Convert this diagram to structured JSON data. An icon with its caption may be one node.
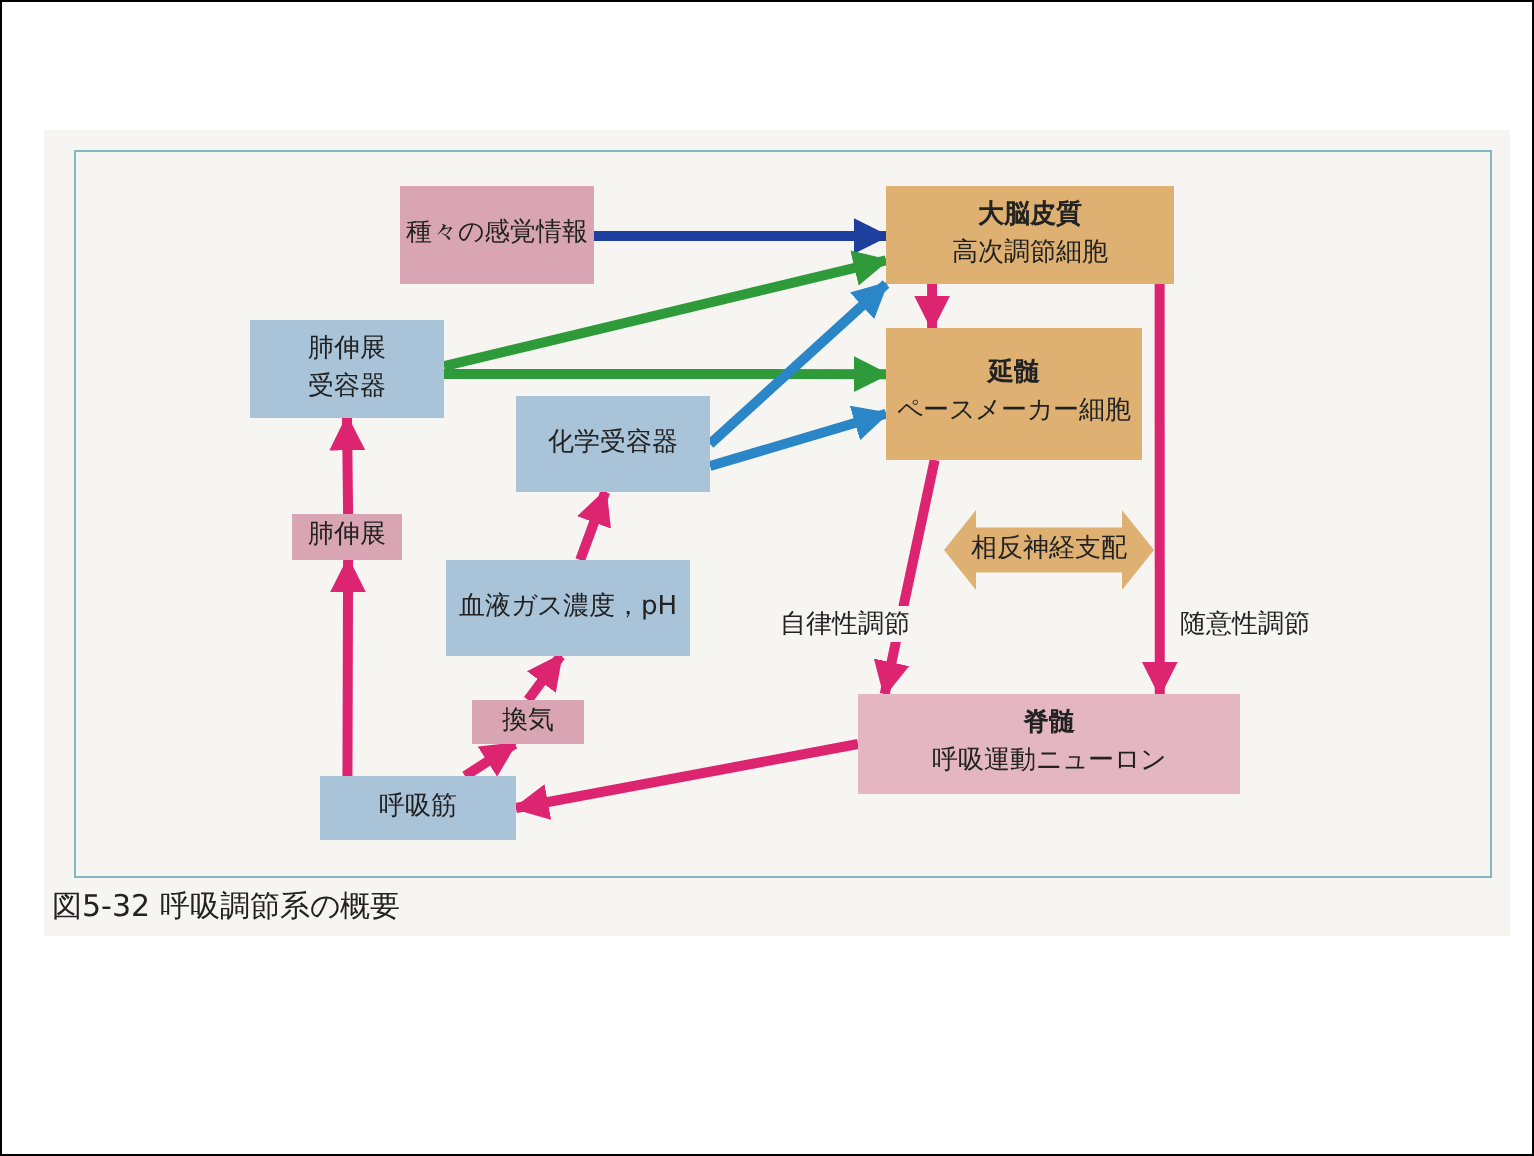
{
  "diagram": {
    "caption": "図5-32 呼吸調節系の概要",
    "nodes": [
      {
        "text": [
          "種々の感覚情報"
        ]
      },
      {
        "text": [
          "大脳皮質",
          "高次調節細胞"
        ]
      },
      {
        "text": [
          "肺伸展受容器"
        ]
      },
      {
        "text": [
          "延髄",
          "ペースメーカー細胞"
        ]
      },
      {
        "text": [
          "化学受容器"
        ]
      },
      {
        "text": [
          "相反神経支配"
        ]
      },
      {
        "text": [
          "肺伸展"
        ]
      },
      {
        "text": [
          "血液ガス濃度，pH"
        ]
      },
      {
        "text": [
          "換気"
        ]
      },
      {
        "text": [
          "脊髄",
          "呼吸運動ニューロン"
        ]
      },
      {
        "text": [
          "呼吸筋"
        ]
      }
    ],
    "edges": [
      {
        "from": 0,
        "to": 1,
        "arrow": "to",
        "color": "#1f3f9e"
      },
      {
        "from": 2,
        "to": 1,
        "arrow": "to",
        "color": "#2e9a3a"
      },
      {
        "from": 2,
        "to": 3,
        "arrow": "to",
        "color": "#2e9a3a"
      },
      {
        "from": 4,
        "to": 1,
        "arrow": "to",
        "color": "#2b86c8"
      },
      {
        "from": 4,
        "to": 3,
        "arrow": "to",
        "color": "#2b86c8"
      },
      {
        "from": 1,
        "to": 3,
        "arrow": "to"
      },
      {
        "from": 3,
        "to": 9,
        "arrow": "to",
        "label": "自律性調節"
      },
      {
        "from": 1,
        "to": 9,
        "arrow": "to",
        "label": "随意性調節"
      },
      {
        "from": 9,
        "to": 10,
        "arrow": "to"
      },
      {
        "from": 10,
        "to": 6,
        "arrow": "to"
      },
      {
        "from": 6,
        "to": 2,
        "arrow": "to"
      },
      {
        "from": 10,
        "to": 8,
        "arrow": "to"
      },
      {
        "from": 8,
        "to": 7,
        "arrow": "to"
      },
      {
        "from": 7,
        "to": 4,
        "arrow": "to"
      }
    ]
  }
}
